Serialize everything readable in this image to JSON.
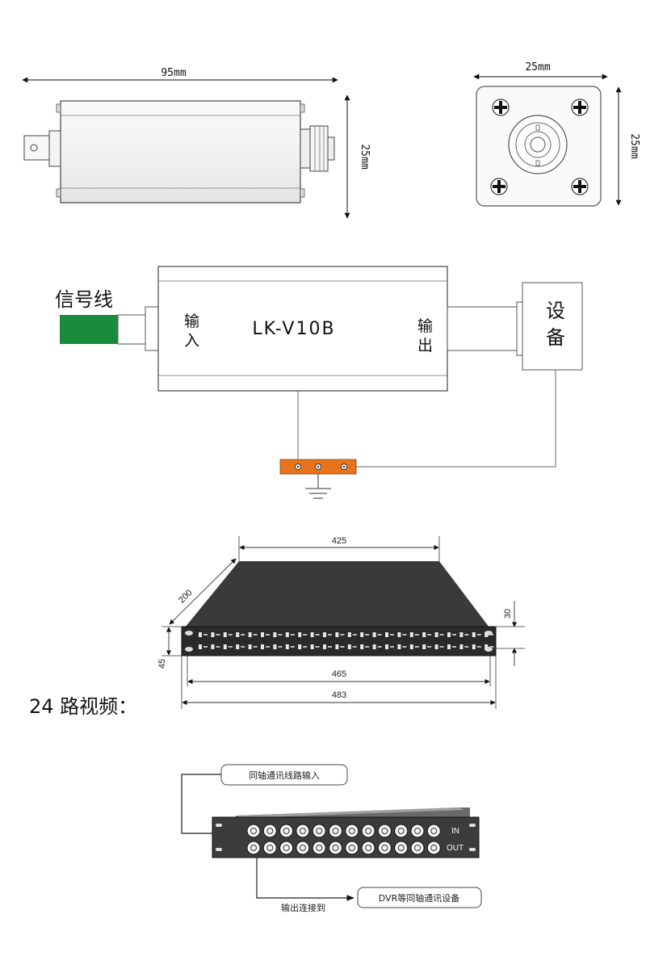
{
  "top_view": {
    "length_label": "95mm",
    "height_label": "25mm"
  },
  "end_view": {
    "width_label": "25mm",
    "height_label": "25mm"
  },
  "wiring": {
    "signal_label": "信号线",
    "device_model": "LK-V10B",
    "input_label_1": "输",
    "input_label_2": "入",
    "output_label_1": "输",
    "output_label_2": "出",
    "equipment_label_1": "设",
    "equipment_label_2": "备",
    "signal_color": "#1a8a3c",
    "ground_bar_color": "#e8731c"
  },
  "rack_unit": {
    "depth_label": "200",
    "top_width_label": "425",
    "body_height_label": "30",
    "front_height_label": "45",
    "inner_width_label": "465",
    "outer_width_label": "483"
  },
  "section_title": "24 路视频：",
  "connection": {
    "input_callout": "同轴通讯线路输入",
    "output_caption": "输出连接到",
    "output_callout": "DVR等同轴通讯设备",
    "in_label": "IN",
    "out_label": "OUT"
  }
}
